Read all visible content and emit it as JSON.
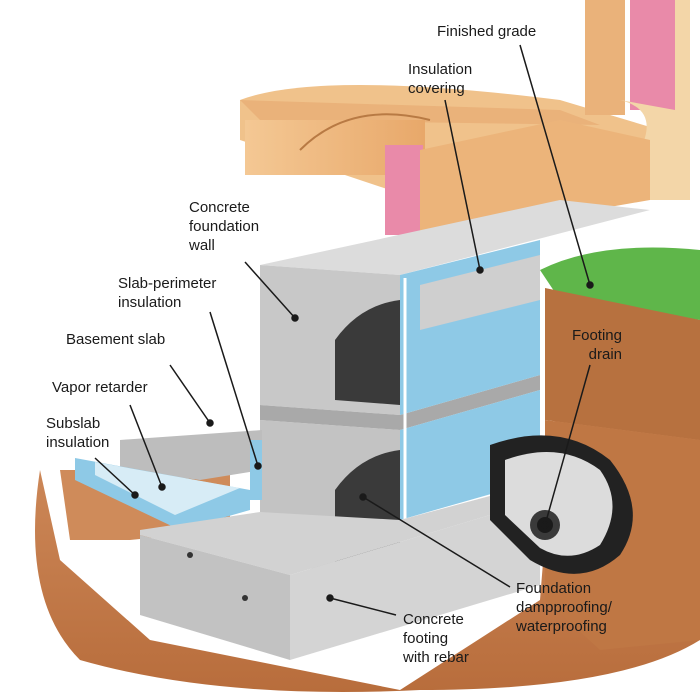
{
  "labels": {
    "finished_grade": "Finished grade",
    "insulation_covering": "Insulation\ncovering",
    "concrete_foundation_wall": "Concrete\nfoundation\nwall",
    "slab_perimeter_insulation": "Slab-perimeter\ninsulation",
    "basement_slab": "Basement slab",
    "vapor_retarder": "Vapor retarder",
    "subslab_insulation": "Subslab\ninsulation",
    "footing_drain": "Footing\ndrain",
    "foundation_dampproofing": "Foundation\ndampproofing/\nwaterproofing",
    "concrete_footing": "Concrete\nfooting\nwith rebar"
  },
  "colors": {
    "soil": "#c9814f",
    "grass": "#5fb64a",
    "concrete": "#c8c8c8",
    "insulation_foam": "#8ec9e6",
    "fiberglass": "#e98aa9",
    "lumber": "#eeb57d",
    "dampproofing": "#3a3a3a"
  }
}
